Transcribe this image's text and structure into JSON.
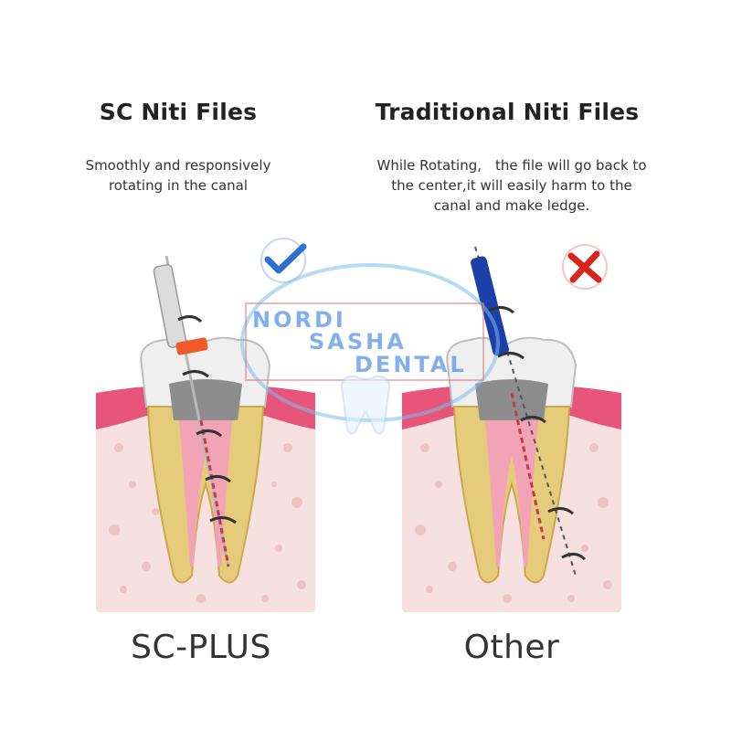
{
  "left": {
    "title": "SC Niti Files",
    "desc_line1": "Smoothly and responsively",
    "desc_line2": "rotating in the canal",
    "label": "SC-PLUS",
    "mark": "check-mark"
  },
  "right": {
    "title": "Traditional Niti Files",
    "desc_line1": "While Rotating,　the file will go back to",
    "desc_line2": "the center,it will easily harm to the",
    "desc_line3": "canal and make ledge.",
    "label": "Other",
    "mark": "cross-mark"
  },
  "watermark": {
    "line1": "NORDI",
    "line2": "SASHA",
    "line3": "DENTAL"
  },
  "colors": {
    "gum": "#e8557a",
    "bone": "#f5dede",
    "enamel": "#eeeeee",
    "pulp": "#e8d58a",
    "check": "#2f6fd0",
    "cross": "#d8241b",
    "sc_file": "#cfcfcf",
    "sc_file_band": "#f05a28",
    "traditional_file": "#1c3fa8"
  }
}
